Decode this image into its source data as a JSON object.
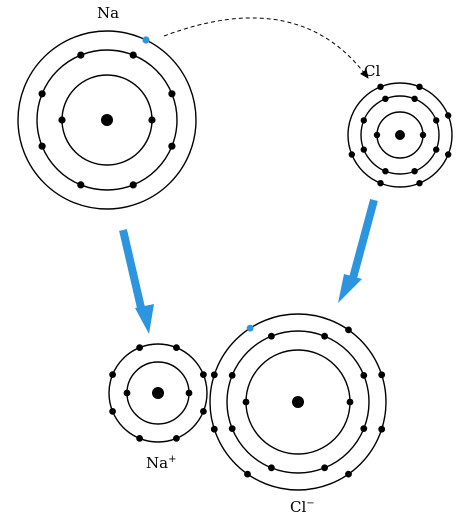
{
  "labels": {
    "na_symbol": "Na",
    "cl_symbol": "Cl",
    "na_ion_symbol": "Na",
    "na_ion_charge": "+",
    "cl_ion_symbol": "Cl",
    "cl_ion_charge": "−"
  },
  "colors": {
    "transferred_electron": "#2b95e0",
    "reaction_arrow": "#2b95e0",
    "ink": "#000000"
  },
  "atoms": {
    "na_atom": {
      "shell_electrons": [
        2,
        8,
        1
      ]
    },
    "cl_atom": {
      "shell_electrons": [
        2,
        8,
        7
      ]
    },
    "na_ion": {
      "shell_electrons": [
        2,
        8
      ]
    },
    "cl_ion": {
      "shell_electrons": [
        2,
        8,
        8
      ]
    }
  }
}
